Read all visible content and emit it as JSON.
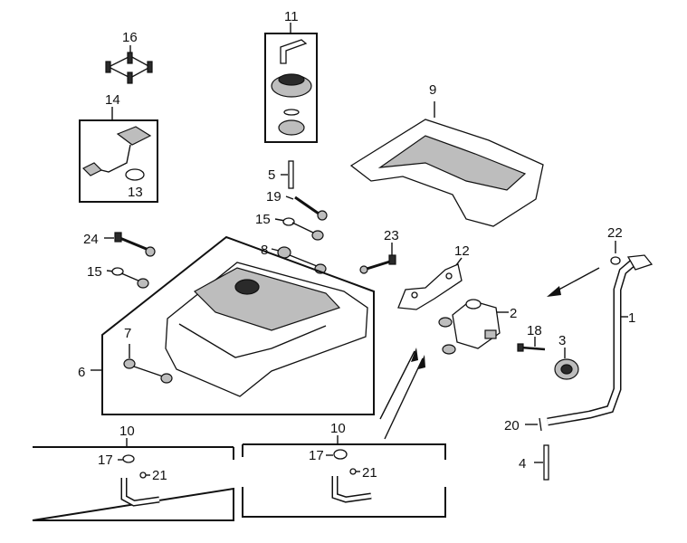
{
  "callouts": {
    "c1": "1",
    "c2": "2",
    "c3": "3",
    "c4": "4",
    "c5": "5",
    "c6": "6",
    "c7": "7",
    "c8": "8",
    "c9": "9",
    "c10a": "10",
    "c10b": "10",
    "c11": "11",
    "c12": "12",
    "c13": "13",
    "c14": "14",
    "c15a": "15",
    "c15b": "15",
    "c16": "16",
    "c17a": "17",
    "c17b": "17",
    "c18": "18",
    "c19": "19",
    "c20": "20",
    "c21a": "21",
    "c21b": "21",
    "c22": "22",
    "c23": "23",
    "c24": "24"
  },
  "icons": {
    "fuel_tank": "fuel-tank-icon",
    "tank_bracket": "tank-bracket-icon",
    "fuel_cap": "fuel-cap-icon",
    "fuel_pump": "fuel-pump-icon",
    "fuel_hose": "fuel-hose-icon"
  }
}
